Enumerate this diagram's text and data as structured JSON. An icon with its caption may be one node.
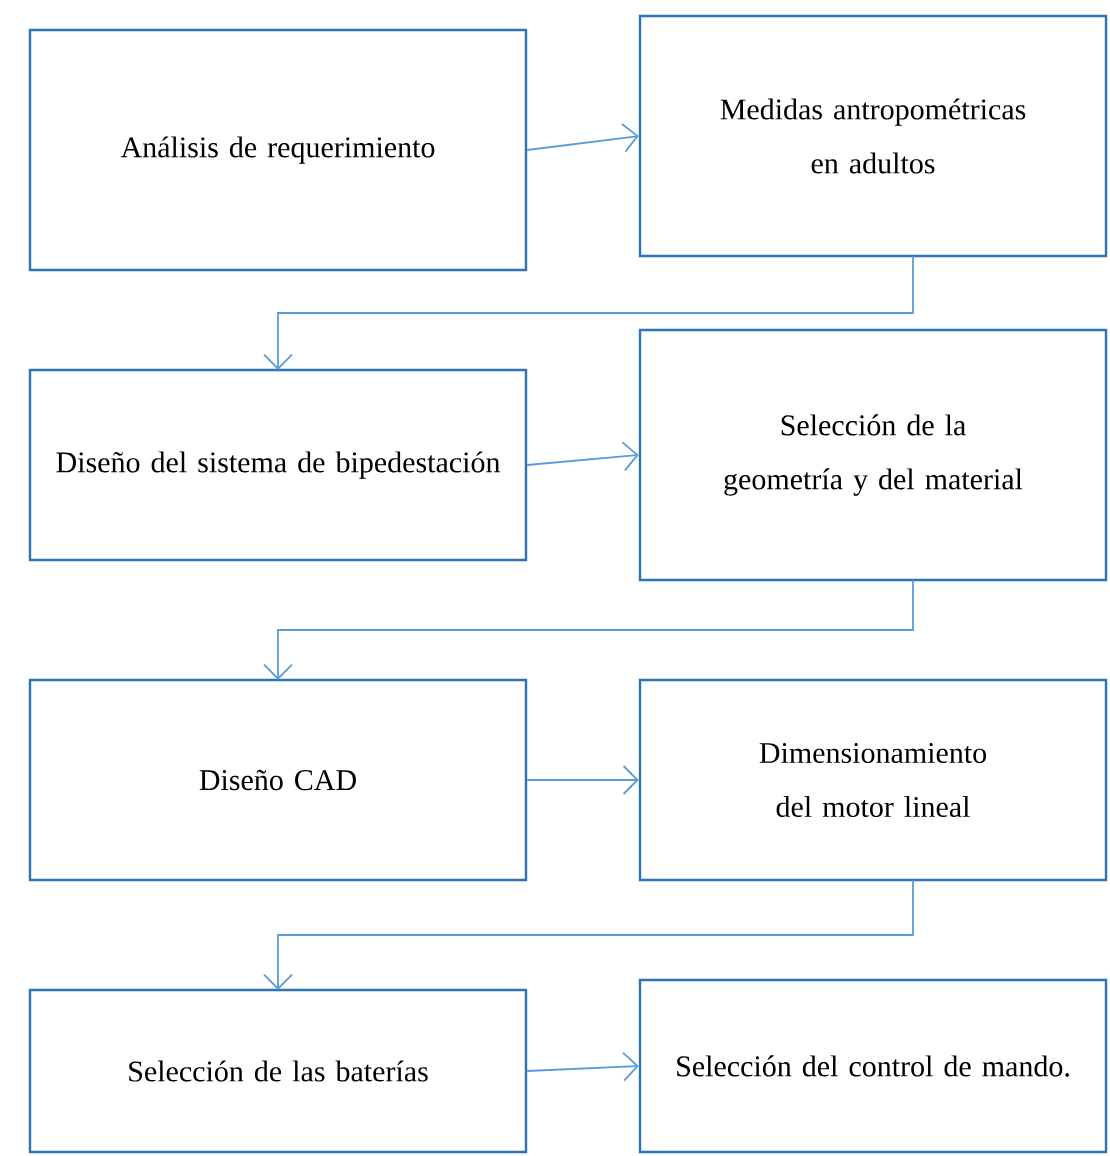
{
  "diagram": {
    "nodes": [
      {
        "text": [
          "Análisis de requerimiento"
        ]
      },
      {
        "text": [
          "Medidas antropométricas en adultos"
        ]
      },
      {
        "text": [
          "Diseño del sistema de bipedestación"
        ]
      },
      {
        "text": [
          "Selección de la geometría y del material"
        ]
      },
      {
        "text": [
          "Diseño CAD"
        ]
      },
      {
        "text": [
          "Dimensionamiento del motor lineal"
        ]
      },
      {
        "text": [
          "Selección de las baterías"
        ]
      },
      {
        "text": [
          "Selección del control de mando."
        ]
      }
    ],
    "edges": [
      {
        "from": 0,
        "to": 1,
        "arrow": "to"
      },
      {
        "from": 1,
        "to": 2,
        "arrow": "to"
      },
      {
        "from": 2,
        "to": 3,
        "arrow": "to"
      },
      {
        "from": 3,
        "to": 4,
        "arrow": "to"
      },
      {
        "from": 4,
        "to": 5,
        "arrow": "to"
      },
      {
        "from": 5,
        "to": 6,
        "arrow": "to"
      },
      {
        "from": 6,
        "to": 7,
        "arrow": "to"
      }
    ]
  }
}
